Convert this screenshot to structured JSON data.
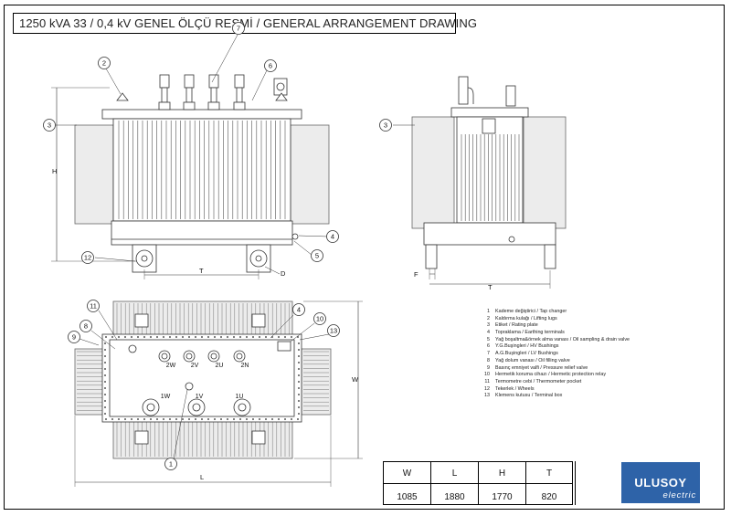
{
  "title": "1250 kVA 33 / 0,4 kV GENEL ÖLÇÜ RESMİ / GENERAL ARRANGEMENT DRAWING",
  "callouts": {
    "c1": "1",
    "c2": "2",
    "c3": "3",
    "c4": "4",
    "c5": "5",
    "c6": "6",
    "c7": "7",
    "c8": "8",
    "c9": "9",
    "c10": "10",
    "c11": "11",
    "c12": "12",
    "c13": "13"
  },
  "dimension_labels": {
    "H": "H",
    "T": "T",
    "D": "D",
    "F": "F",
    "W": "W",
    "L": "L"
  },
  "terminal_labels": {
    "hv": [
      "2W",
      "2V",
      "2U",
      "2N"
    ],
    "lv": [
      "1W",
      "1V",
      "1U"
    ]
  },
  "legend": [
    {
      "n": "1",
      "text": "Kademe değiştirici / Tap changer"
    },
    {
      "n": "2",
      "text": "Kaldırma kulağı / Lifting lugs"
    },
    {
      "n": "3",
      "text": "Etiket / Rating plate"
    },
    {
      "n": "4",
      "text": "Topraklama / Earthing terminals"
    },
    {
      "n": "5",
      "text": "Yağ boşaltma&örnek alma vanası / Oil sampling & drain valve"
    },
    {
      "n": "6",
      "text": "Y.G.Buşingleri / HV Bushings"
    },
    {
      "n": "7",
      "text": "A.G.Buşingleri / LV Bushings"
    },
    {
      "n": "8",
      "text": "Yağ dolum vanası / Oil filling valve"
    },
    {
      "n": "9",
      "text": "Basınç emniyet valfi / Pressure relief valve"
    },
    {
      "n": "10",
      "text": "Hermetik koruma cihazı / Hermetic protection relay"
    },
    {
      "n": "11",
      "text": "Termometre cebi / Thermometer pocket"
    },
    {
      "n": "12",
      "text": "Tekerlek / Wheels"
    },
    {
      "n": "13",
      "text": "Klemens kutusu / Terminal box"
    }
  ],
  "dimensions_table": {
    "headers": [
      "W",
      "L",
      "H",
      "T"
    ],
    "values": [
      "1085",
      "1880",
      "1770",
      "820"
    ]
  },
  "logo": {
    "top": "ULUSOY",
    "bottom": "electric",
    "color": "#2e63a8"
  }
}
